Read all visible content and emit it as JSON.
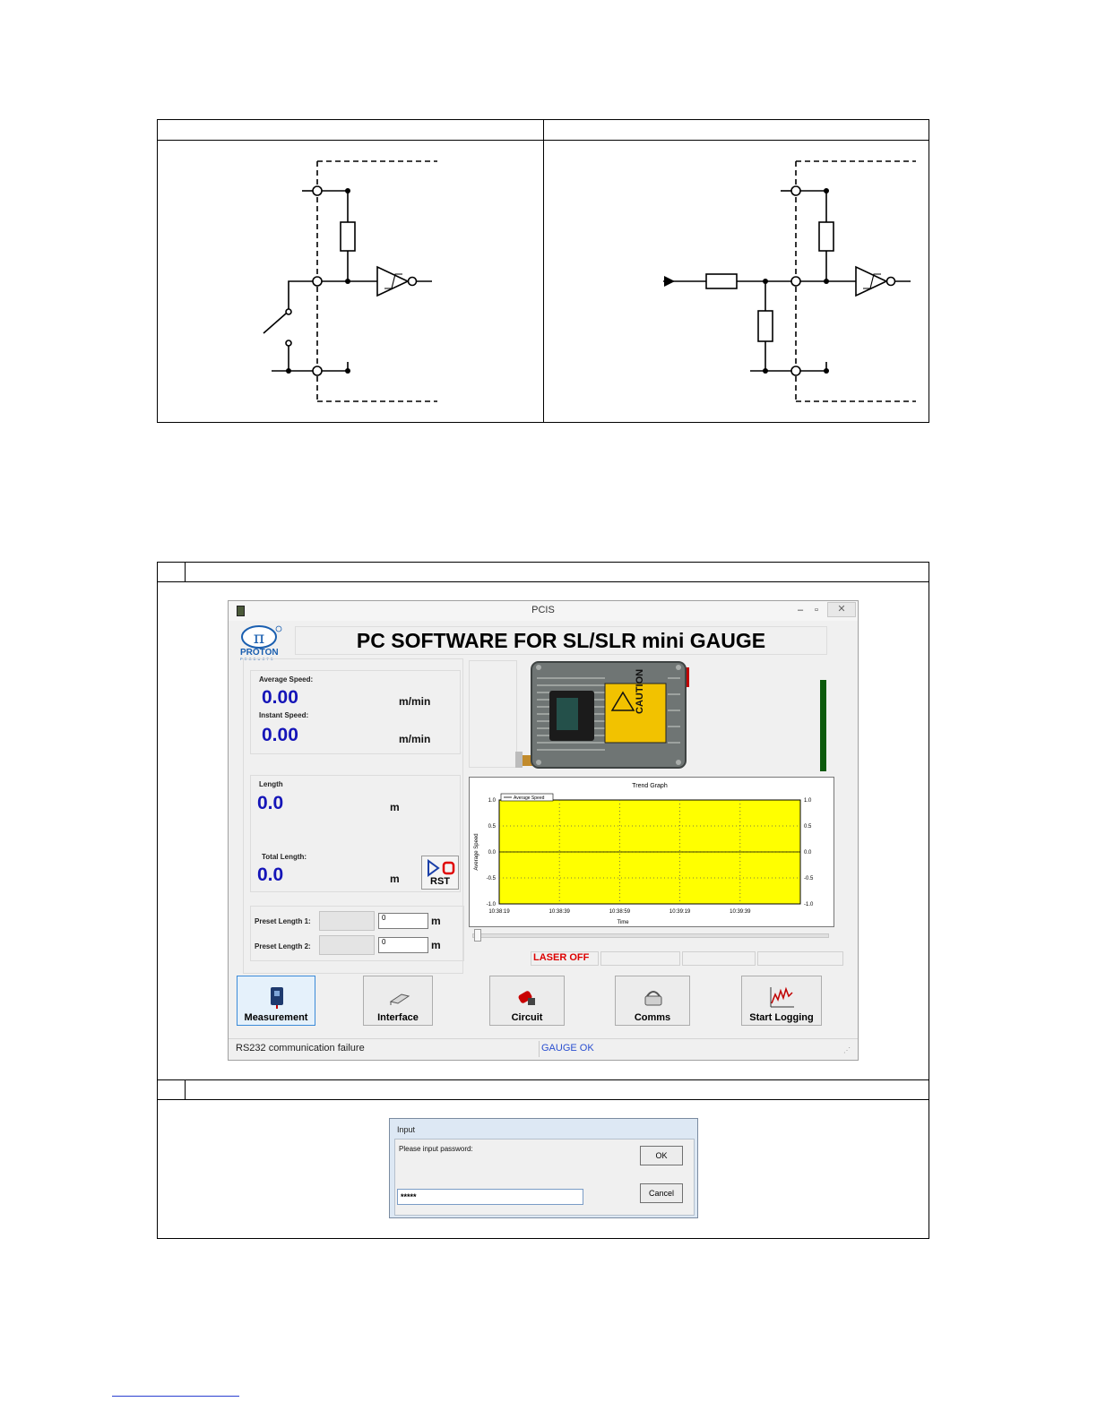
{
  "document": {
    "footer_link": ""
  },
  "pcis_window": {
    "title": "PCIS",
    "logo_text": "PROTON",
    "logo_sub": "PRODUCTS",
    "banner": "PC SOFTWARE FOR SL/SLR mini GAUGE",
    "speed_panel": {
      "average_label": "Average Speed:",
      "average_value": "0.00",
      "average_unit": "m/min",
      "instant_label": "Instant Speed:",
      "instant_value": "0.00",
      "instant_unit": "m/min"
    },
    "length_panel": {
      "length_label": "Length",
      "length_value": "0.0",
      "length_unit": "m",
      "total_label": "Total Length:",
      "total_value": "0.0",
      "total_unit": "m",
      "reset_label": "RST"
    },
    "preset_panel": {
      "preset1_label": "Preset Length 1:",
      "preset1_value": "0",
      "preset1_unit": "m",
      "preset2_label": "Preset Length 2:",
      "preset2_value": "0",
      "preset2_unit": "m"
    },
    "device_caution": "CAUTION",
    "status_laser": "LASER OFF",
    "nav": [
      {
        "label": "Measurement",
        "icon": "gauge-device-icon"
      },
      {
        "label": "Interface",
        "icon": "interface-icon"
      },
      {
        "label": "Circuit",
        "icon": "circuit-icon"
      },
      {
        "label": "Comms",
        "icon": "comms-icon"
      },
      {
        "label": "Start Logging",
        "icon": "logging-icon"
      }
    ],
    "statusbar": {
      "left": "RS232 communication failure",
      "right": "GAUGE OK"
    }
  },
  "chart_data": {
    "type": "line",
    "title": "Trend Graph",
    "xlabel": "Time",
    "ylabel": "Average Speed",
    "x": [
      "10:38:19",
      "10:38:39",
      "10:38:59",
      "10:39:19",
      "10:39:39"
    ],
    "y_ticks_left": [
      "1.0",
      "0.5",
      "0.0",
      "-0.5",
      "-1.0"
    ],
    "y_ticks_right": [
      "1.0",
      "0.5",
      "0.0",
      "-0.5",
      "-1.0"
    ],
    "ylim": [
      -1.0,
      1.0
    ],
    "series": [
      {
        "name": "Average Speed",
        "values": [
          0,
          0,
          0,
          0,
          0
        ]
      }
    ],
    "plot_background": "#ffff00",
    "grid": true,
    "legend": "top-left"
  },
  "input_dialog": {
    "title": "Input",
    "prompt": "Please input password:",
    "value": "*****",
    "ok_label": "OK",
    "cancel_label": "Cancel"
  },
  "colors": {
    "value_blue": "#1515b8",
    "laser_red": "#dd0000",
    "gauge_ok_blue": "#2a4fd0",
    "plot_yellow": "#ffff00",
    "bar_green": "#0c5a0c"
  }
}
